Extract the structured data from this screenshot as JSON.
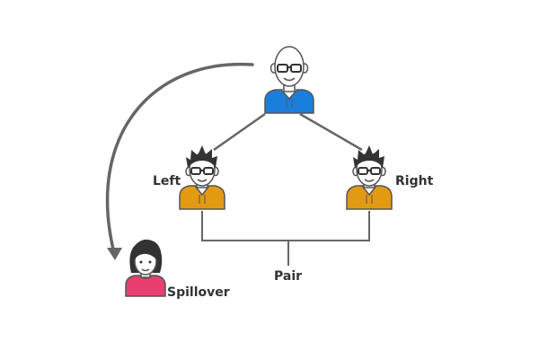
{
  "labels": {
    "left": "Left",
    "right": "Right",
    "pair": "Pair",
    "spillover": "Spillover"
  },
  "figures": [
    {
      "role": "top",
      "shirt_color": "#1a7fdc",
      "hair": "bald",
      "icon": "person-with-glasses-icon"
    },
    {
      "role": "left",
      "shirt_color": "#e39a13",
      "hair": "spiky",
      "icon": "person-with-glasses-icon"
    },
    {
      "role": "right",
      "shirt_color": "#e39a13",
      "hair": "spiky",
      "icon": "person-with-glasses-icon"
    },
    {
      "role": "spillover",
      "shirt_color": "#e83f6f",
      "hair": "long",
      "icon": "woman-icon"
    }
  ],
  "colors": {
    "line": "#666666",
    "arrow": "#666666",
    "outline": "#555555",
    "skin": "#ffffff",
    "text": "#333333"
  }
}
